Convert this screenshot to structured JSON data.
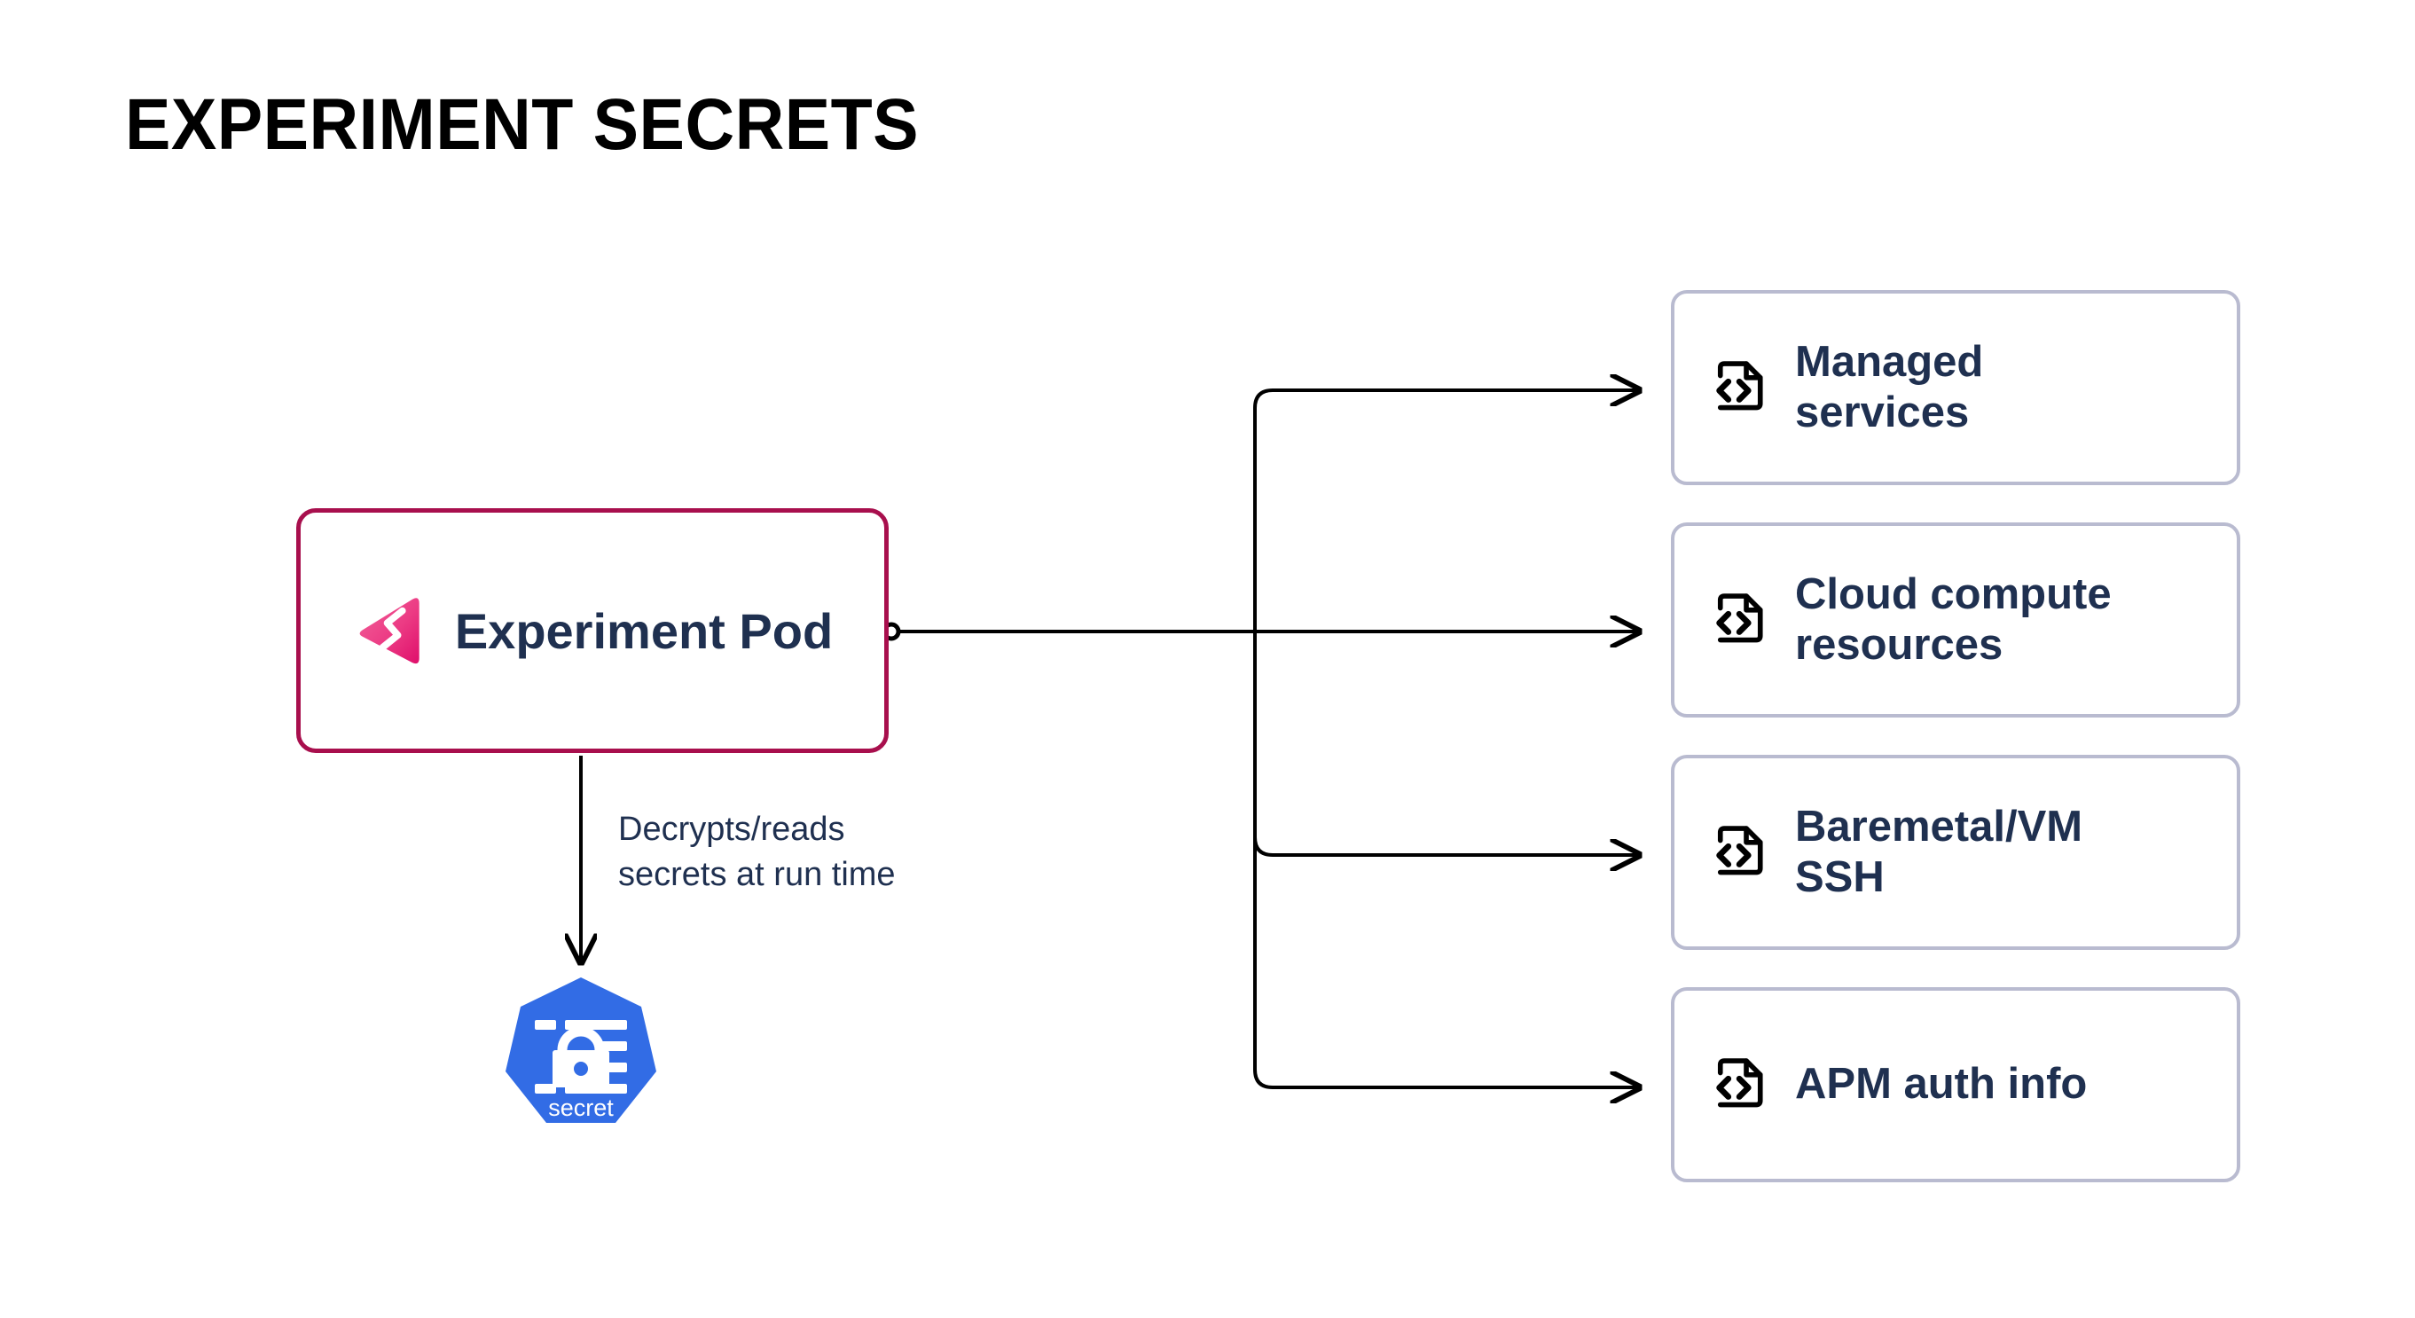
{
  "page": {
    "title": "EXPERIMENT SECRETS",
    "background_color": "#ffffff"
  },
  "source_node": {
    "label": "Experiment Pod",
    "icon": "experiment-pod-logo",
    "border_color": "#a80f4d",
    "text_color": "#1f3050",
    "logo_gradient_from": "#f0558e",
    "logo_gradient_to": "#e1146e"
  },
  "secret_node": {
    "label": "secret",
    "icon": "kubernetes-secret-icon",
    "fill_color": "#326ce5",
    "text_color": "#ffffff"
  },
  "edges": {
    "decrypt_label": "Decrypts/reads\nsecrets at run time",
    "decrypt_label_line1": "Decrypts/reads",
    "decrypt_label_line2": "secrets at run time",
    "line_color": "#000000"
  },
  "targets": {
    "border_color": "#b9bbd0",
    "text_color": "#1f3050",
    "items": [
      {
        "label": "Managed services",
        "label_line1": "Managed",
        "label_line2": "services",
        "icon": "code-file-icon"
      },
      {
        "label": "Cloud compute resources",
        "label_line1": "Cloud compute",
        "label_line2": "resources",
        "icon": "code-file-icon"
      },
      {
        "label": "Baremetal/VM SSH",
        "label_line1": "Baremetal/VM",
        "label_line2": "SSH",
        "icon": "code-file-icon"
      },
      {
        "label": "APM auth info",
        "label_line1": "APM auth info",
        "label_line2": "",
        "icon": "code-file-icon"
      }
    ]
  }
}
